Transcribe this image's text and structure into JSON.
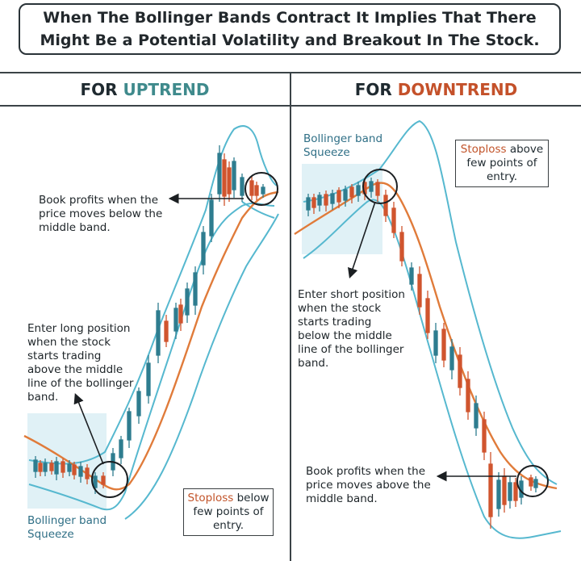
{
  "title": "When The Bollinger Bands Contract It Implies That There Might Be a Potential Volatility and Breakout In The Stock.",
  "colors": {
    "uptrend": "#3f8a8c",
    "downtrend": "#c4512a",
    "band": "#56b8cf",
    "middle_band": "#e07b3a",
    "candle_up": "#2e7d8f",
    "candle_down": "#d0552e",
    "squeeze_fill": "#dbeef5"
  },
  "uptrend": {
    "heading_prefix": "FOR ",
    "heading_keyword": "UPTREND",
    "squeeze_label_1": "Bollinger band",
    "squeeze_label_2": "Squeeze",
    "book_profits_1": "Book profits when the",
    "book_profits_2": "price moves below the",
    "book_profits_3": "middle band.",
    "enter_1": "Enter long position",
    "enter_2": "when the stock",
    "enter_3": "starts trading",
    "enter_4": "above the middle",
    "enter_5": "line of the bollinger",
    "enter_6": "band.",
    "stoploss_word": "Stoploss",
    "stoploss_rest_1": " below",
    "stoploss_rest_2": "few points of",
    "stoploss_rest_3": "entry."
  },
  "downtrend": {
    "heading_prefix": "FOR ",
    "heading_keyword": "DOWNTREND",
    "squeeze_label_1": "Bollinger band",
    "squeeze_label_2": "Squeeze",
    "enter_1": "Enter short position",
    "enter_2": "when the stock",
    "enter_3": "starts trading",
    "enter_4": "below the middle",
    "enter_5": "line of the bollinger",
    "enter_6": "band.",
    "book_profits_1": "Book profits when the",
    "book_profits_2": "price moves above the",
    "book_profits_3": "middle band.",
    "stoploss_word": "Stoploss",
    "stoploss_rest_1": " above",
    "stoploss_rest_2": "few points of",
    "stoploss_rest_3": "entry."
  }
}
